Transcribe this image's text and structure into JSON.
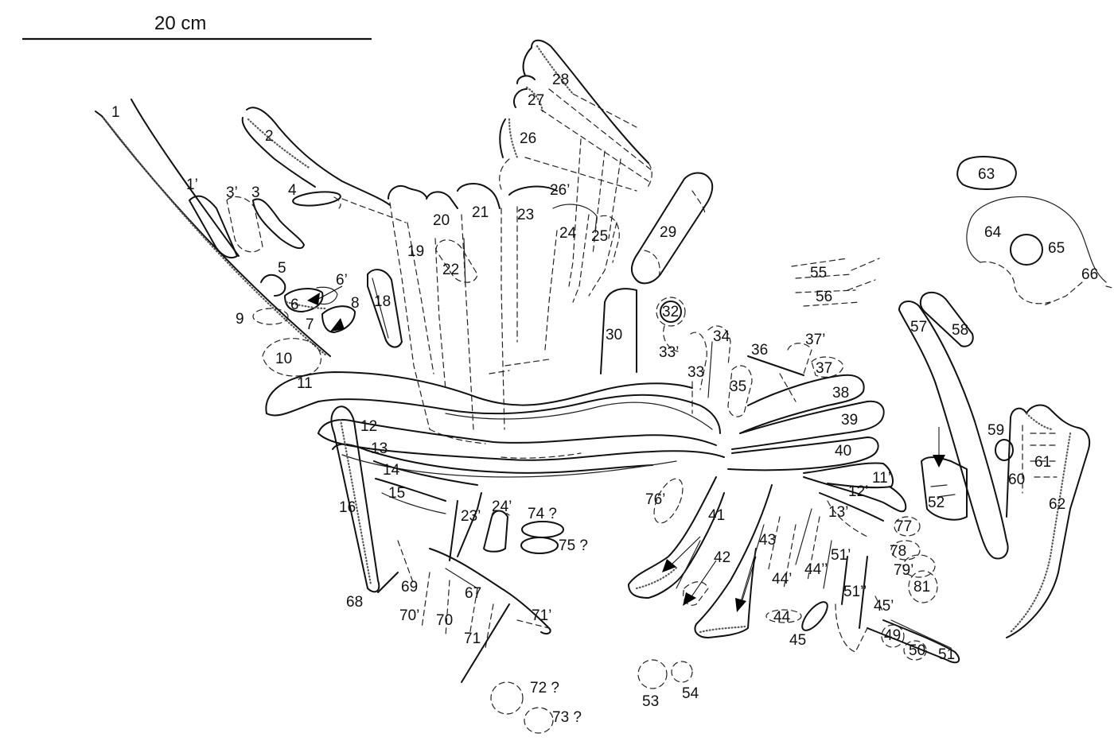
{
  "scale_bar": {
    "label": "20 cm"
  },
  "specimen_labels": [
    "1",
    "1’",
    "2",
    "3’",
    "3",
    "4",
    "5",
    "6’",
    "6",
    "7",
    "8",
    "9",
    "10",
    "11",
    "12",
    "13",
    "14",
    "15",
    "16",
    "18",
    "19",
    "20",
    "21",
    "22",
    "23",
    "24",
    "25",
    "26",
    "26’",
    "27",
    "28",
    "29",
    "30",
    "32",
    "33’",
    "33",
    "34",
    "35",
    "36",
    "37’",
    "37",
    "38",
    "39",
    "40",
    "11’",
    "12’",
    "13’",
    "23’",
    "24’",
    "74 ?",
    "75 ?",
    "76’",
    "41",
    "42",
    "43",
    "44’",
    "44’’",
    "44",
    "45",
    "51’",
    "51’’",
    "45’",
    "49",
    "50",
    "51",
    "52",
    "53",
    "54",
    "55",
    "56",
    "57",
    "58",
    "59",
    "60",
    "61",
    "62",
    "63",
    "64",
    "65",
    "66",
    "67",
    "68",
    "69",
    "70’",
    "70",
    "71",
    "71’",
    "72 ?",
    "73 ?",
    "77",
    "78",
    "79’",
    "81"
  ]
}
